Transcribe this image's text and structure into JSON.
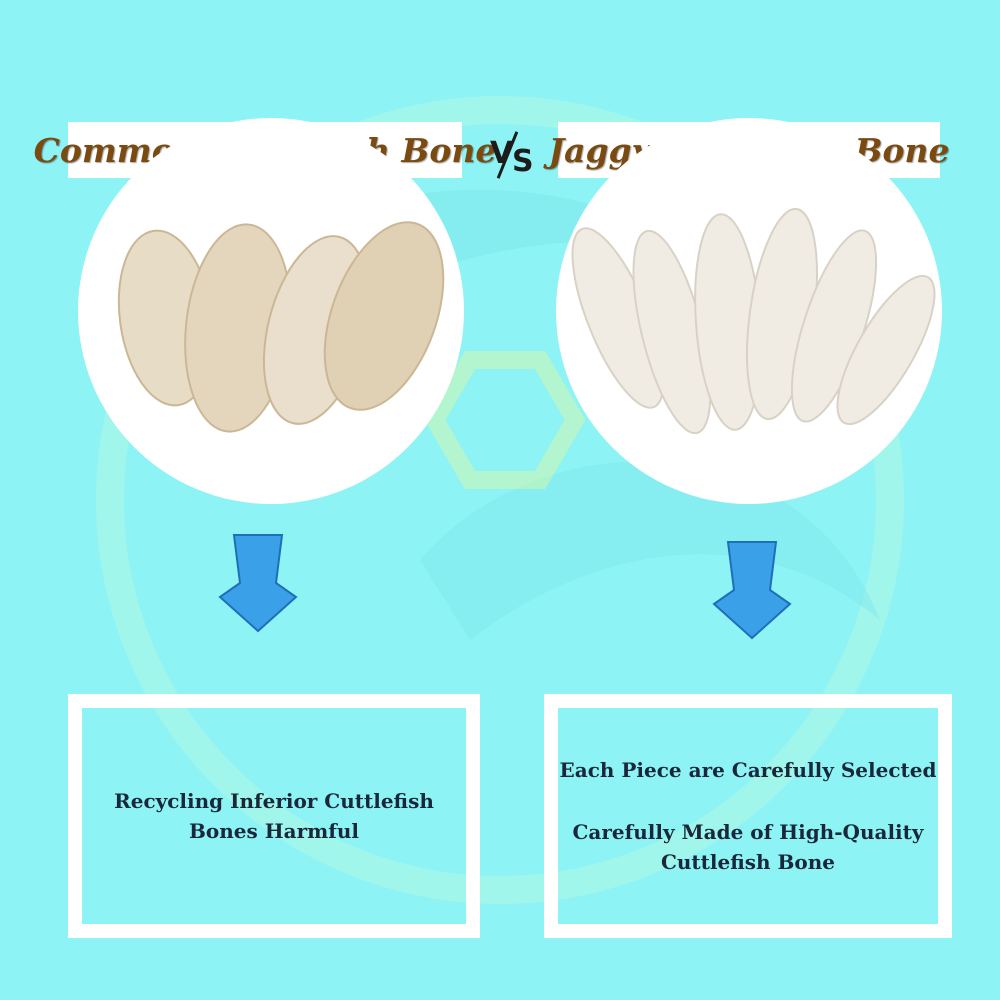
{
  "left": {
    "title": "Common Cuttlefish Bone",
    "image_alt": "common cuttlefish bones photo",
    "description_line1": "Recycling Inferior Cuttlefish",
    "description_line2": "Bones Harmful"
  },
  "vs_label": "VS",
  "right": {
    "title": "Jaggy Cuttlefish Bone",
    "image_alt": "jaggy cuttlefish bones photo",
    "point1": "Each Piece are Carefully Selected",
    "point2_line1": "Carefully Made of High-Quality",
    "point2_line2": "Cuttlefish Bone"
  },
  "colors": {
    "background": "#8ef3f5",
    "title_text": "#7a4a10",
    "arrow": "#3aa0e8",
    "body_text": "#18283a"
  }
}
